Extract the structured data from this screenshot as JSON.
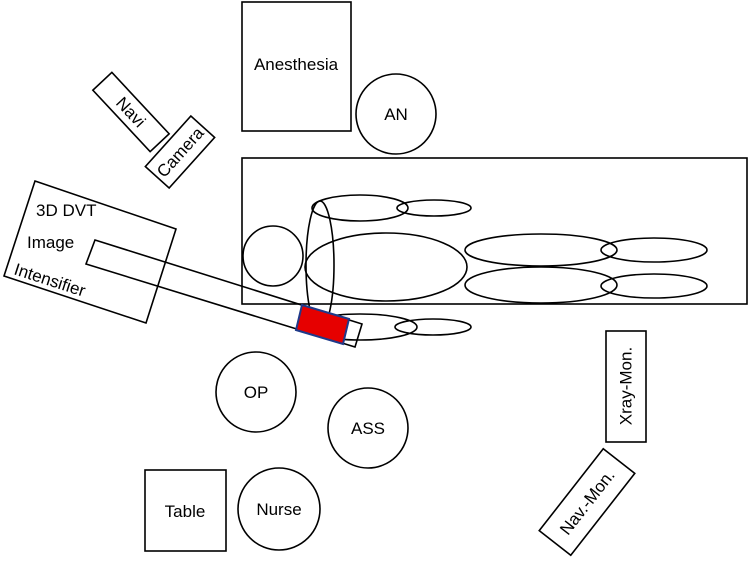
{
  "labels": {
    "anesthesia": "Anesthesia",
    "an": "AN",
    "navi": "Navi",
    "camera": "Camera",
    "dvt_line1": "3D DVT",
    "dvt_line2": "Image",
    "dvt_line3": "Intensifier",
    "op": "OP",
    "ass": "ASS",
    "table": "Table",
    "nurse": "Nurse",
    "xray_monitor": "Xray-Mon.",
    "nav_monitor": "Nav.-Mon."
  },
  "colors": {
    "line": "#000000",
    "background": "#ffffff",
    "detector_fill": "#e60000",
    "detector_stroke": "#1f3a8a"
  }
}
